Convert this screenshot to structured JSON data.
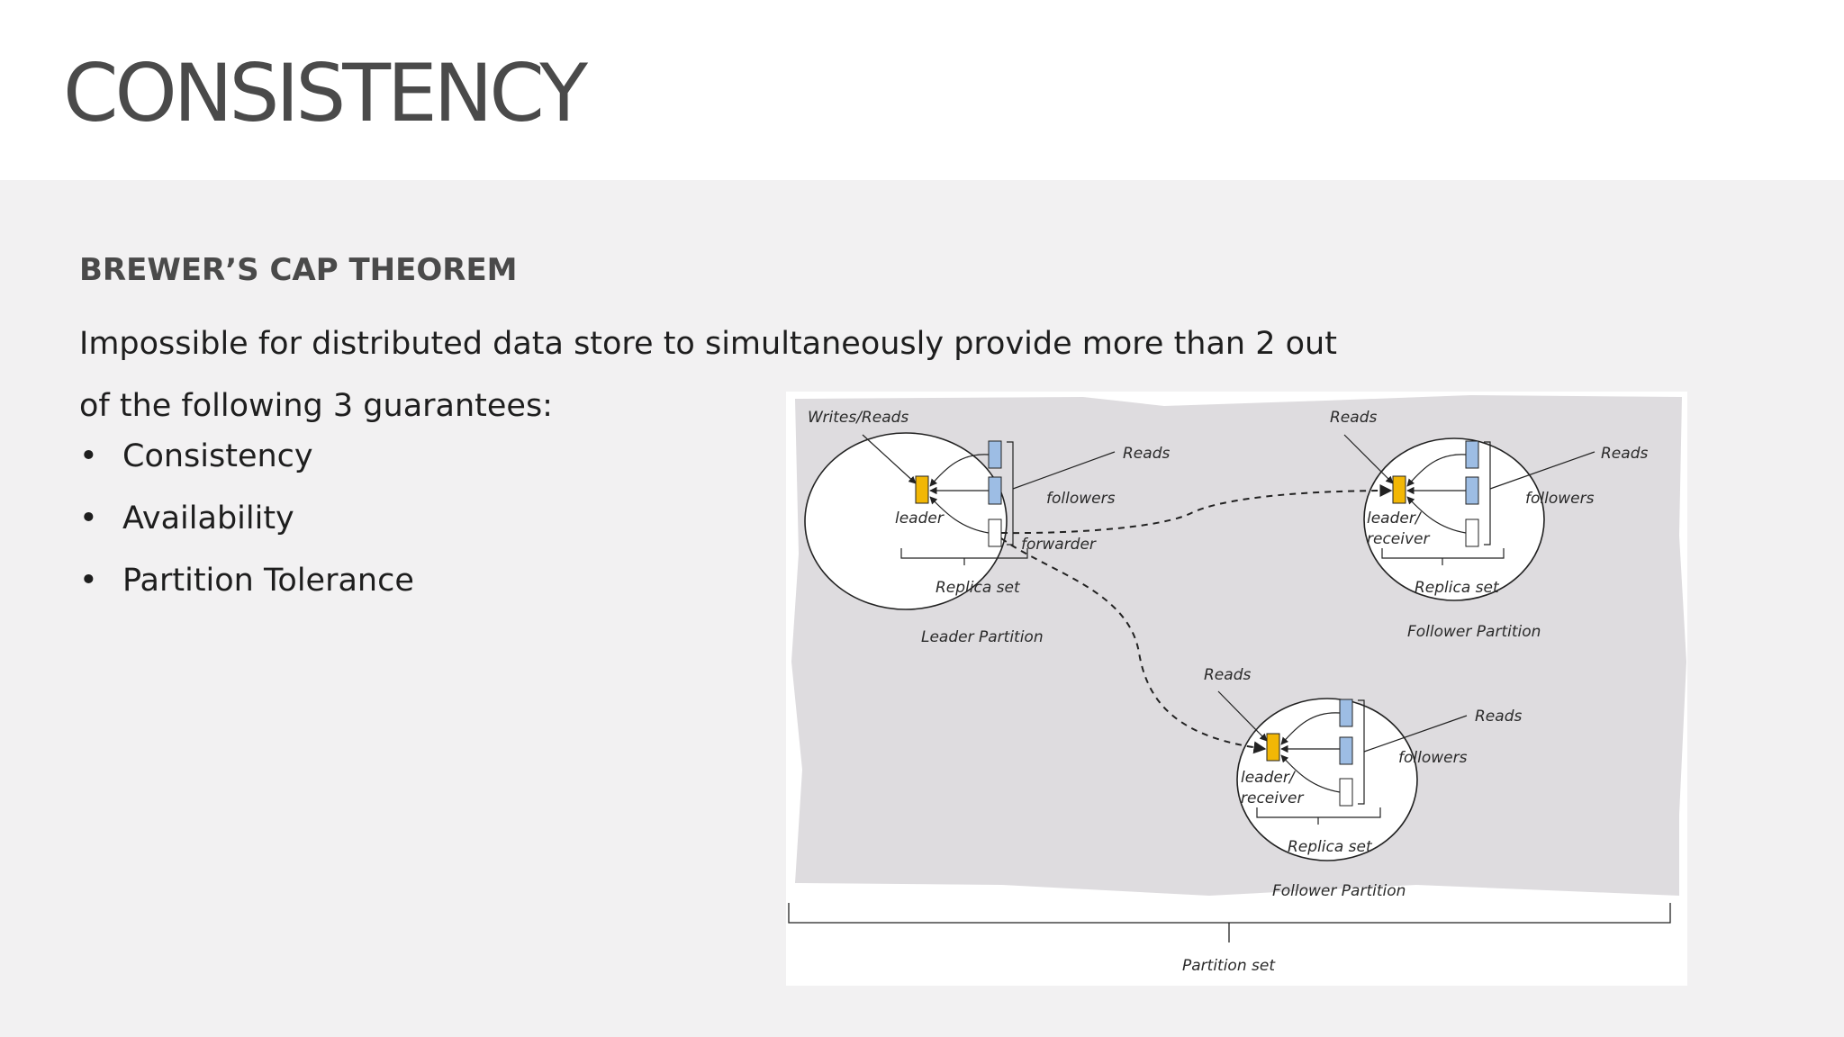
{
  "slide": {
    "title": "CONSISTENCY",
    "heading": "BREWER’S CAP THEOREM",
    "intro": "Impossible for distributed data store to simultaneously provide more than 2 out of the following 3 guarantees:",
    "bullet_char": "•",
    "bullets": [
      "Consistency",
      "Availability",
      "Partition Tolerance"
    ]
  },
  "diagram": {
    "leader_partition": {
      "writes_reads": "Writes/Reads",
      "reads": "Reads",
      "leader": "leader",
      "followers": "followers",
      "forwarder": "forwarder",
      "replica_set": "Replica set",
      "caption": "Leader Partition"
    },
    "follower_partition_top": {
      "reads_in": "Reads",
      "reads": "Reads",
      "leader_line1": "leader/",
      "leader_line2": "receiver",
      "followers": "followers",
      "replica_set": "Replica set",
      "caption": "Follower Partition"
    },
    "follower_partition_bottom": {
      "reads_in": "Reads",
      "reads": "Reads",
      "leader_line1": "leader/",
      "leader_line2": "receiver",
      "followers": "followers",
      "replica_set": "Replica set",
      "caption": "Follower Partition"
    },
    "partition_set": "Partition set",
    "colors": {
      "leader": "#f2b705",
      "follower": "#9dbde4",
      "blob": "#dedcdf",
      "line": "#222222"
    }
  }
}
